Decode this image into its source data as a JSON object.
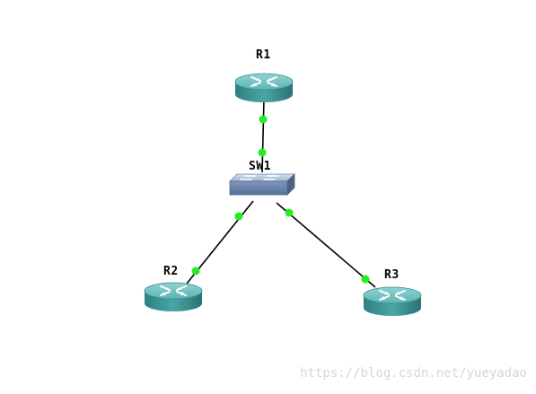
{
  "topology": {
    "nodes": [
      {
        "id": "R1",
        "label": "R1",
        "type": "router"
      },
      {
        "id": "SW1",
        "label": "SW1",
        "type": "switch"
      },
      {
        "id": "R2",
        "label": "R2",
        "type": "router"
      },
      {
        "id": "R3",
        "label": "R3",
        "type": "router"
      }
    ],
    "links": [
      {
        "from": "R1",
        "to": "SW1",
        "status": "up"
      },
      {
        "from": "SW1",
        "to": "R2",
        "status": "up"
      },
      {
        "from": "SW1",
        "to": "R3",
        "status": "up"
      }
    ]
  },
  "colors": {
    "link_up": "#22ee22",
    "router_body": "#3f9b9b",
    "router_top": "#6ec3c3",
    "switch_body": "#6b85a8",
    "switch_top": "#b6c8de",
    "cable": "#000000"
  },
  "watermark": "https://blog.csdn.net/yueyadao"
}
